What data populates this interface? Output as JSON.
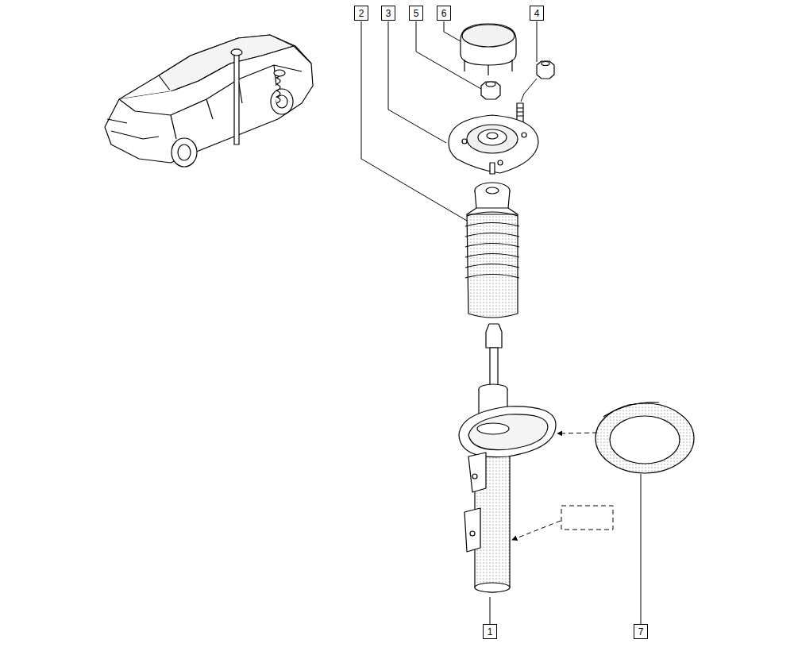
{
  "diagram": {
    "nodes": [
      {
        "text": [
          "2"
        ]
      },
      {
        "text": [
          "3"
        ]
      },
      {
        "text": [
          "5"
        ]
      },
      {
        "text": [
          "6"
        ]
      },
      {
        "text": [
          "4"
        ]
      },
      {
        "text": [
          "1"
        ]
      },
      {
        "text": [
          "7"
        ]
      }
    ]
  }
}
